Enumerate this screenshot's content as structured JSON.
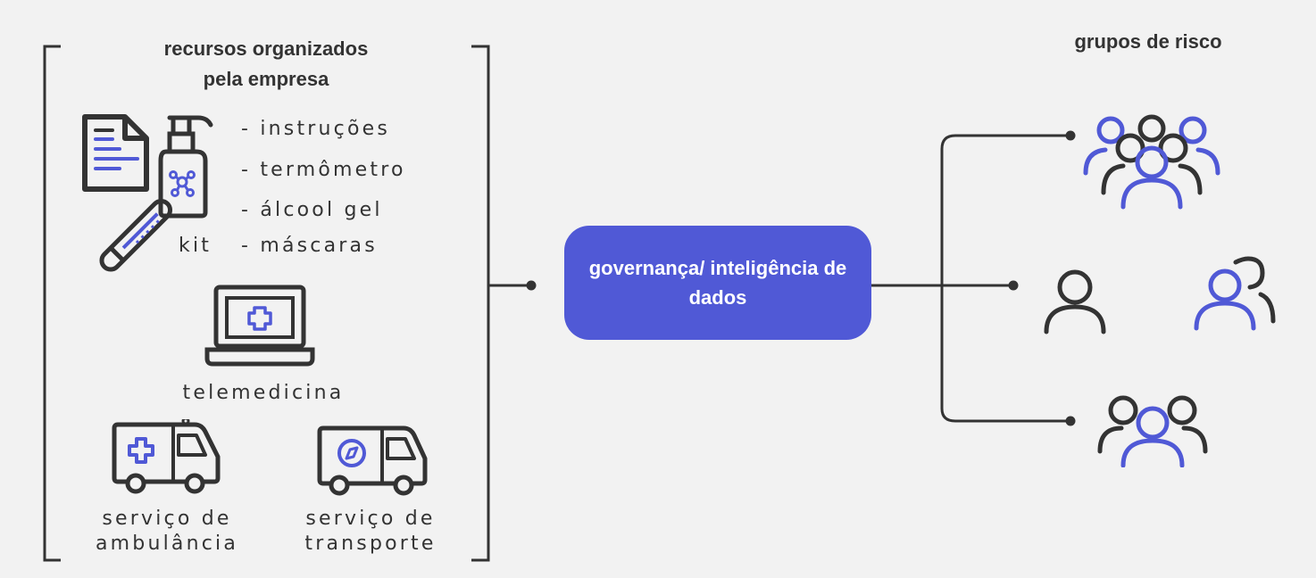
{
  "resources": {
    "title_line1": "recursos organizados",
    "title_line2": "pela empresa",
    "kit_items": [
      "- instruções",
      "- termômetro",
      "- álcool gel",
      "- máscaras"
    ],
    "kit_label": "kit",
    "telemedicine_label": "telemedicina",
    "ambulance_line1": "serviço de",
    "ambulance_line2": "ambulância",
    "transport_line1": "serviço de",
    "transport_line2": "transporte"
  },
  "center_box": {
    "line1": "governança/ inteligência de",
    "line2": "dados"
  },
  "risk_groups": {
    "title": "grupos de risco"
  },
  "colors": {
    "accent": "#5059d6",
    "dark": "#333333",
    "background": "#f2f2f2"
  },
  "icons": [
    "document-icon",
    "sanitizer-bottle-icon",
    "thermometer-icon",
    "laptop-medical-icon",
    "ambulance-icon",
    "transport-van-icon",
    "large-group-icon",
    "single-person-icon",
    "person-pair-icon",
    "group-of-three-icon"
  ]
}
